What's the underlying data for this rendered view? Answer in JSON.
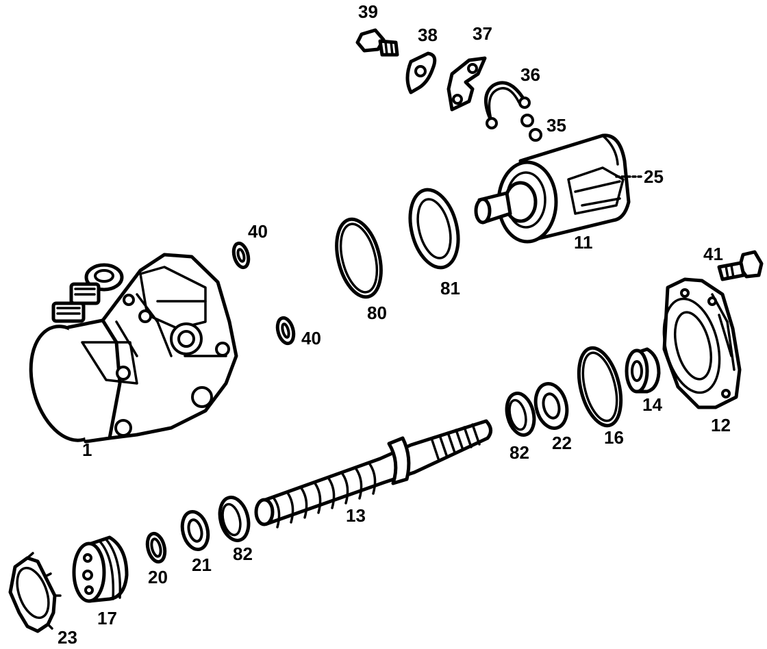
{
  "labels": {
    "l1": "1",
    "l11": "11",
    "l12": "12",
    "l13": "13",
    "l14": "14",
    "l16": "16",
    "l17": "17",
    "l20": "20",
    "l21": "21",
    "l22": "22",
    "l23": "23",
    "l25": "25",
    "l35": "35",
    "l36": "36",
    "l37": "37",
    "l38": "38",
    "l39": "39",
    "l40a": "40",
    "l40b": "40",
    "l41": "41",
    "l80": "80",
    "l81": "81",
    "l82a": "82",
    "l82b": "82"
  }
}
